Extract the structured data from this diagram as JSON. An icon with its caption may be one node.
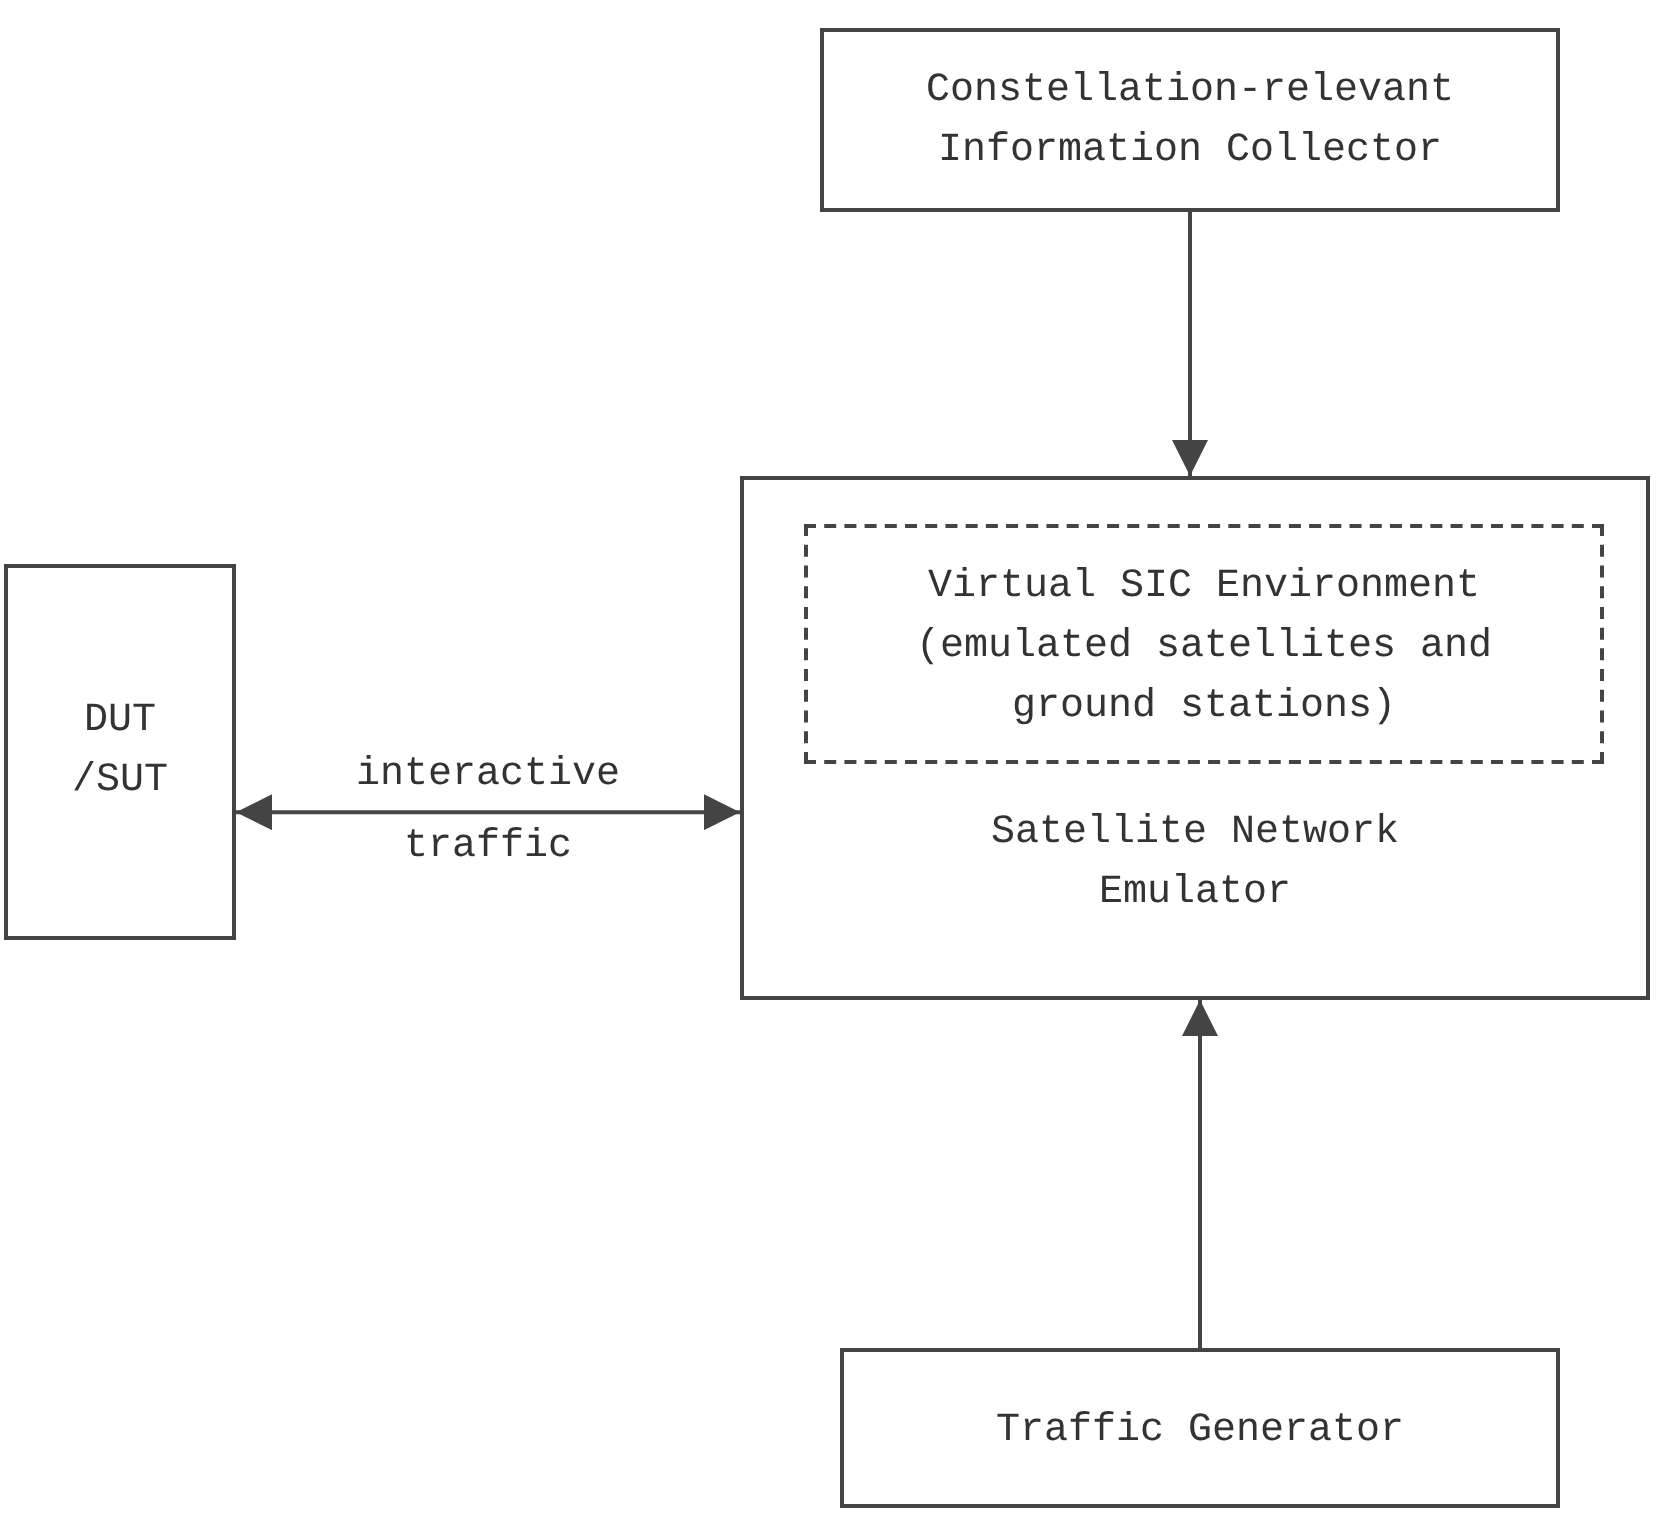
{
  "diagram": {
    "nodes": [
      {
        "text": [
          "Constellation-relevant Information Collector"
        ]
      },
      {
        "text": [
          "Satellite Network Emulator"
        ]
      },
      {
        "text": [
          "Virtual SIC Environment (emulated satellites and ground stations)"
        ],
        "in": 1
      },
      {
        "text": [
          "DUT /SUT"
        ]
      },
      {
        "text": [
          "Traffic Generator"
        ]
      }
    ],
    "edges": [
      {
        "from": 0,
        "to": 1,
        "arrow": "to"
      },
      {
        "from": 3,
        "to": 1,
        "arrow": "both",
        "label": "interactive traffic"
      },
      {
        "from": 4,
        "to": 1,
        "arrow": "to"
      }
    ]
  }
}
